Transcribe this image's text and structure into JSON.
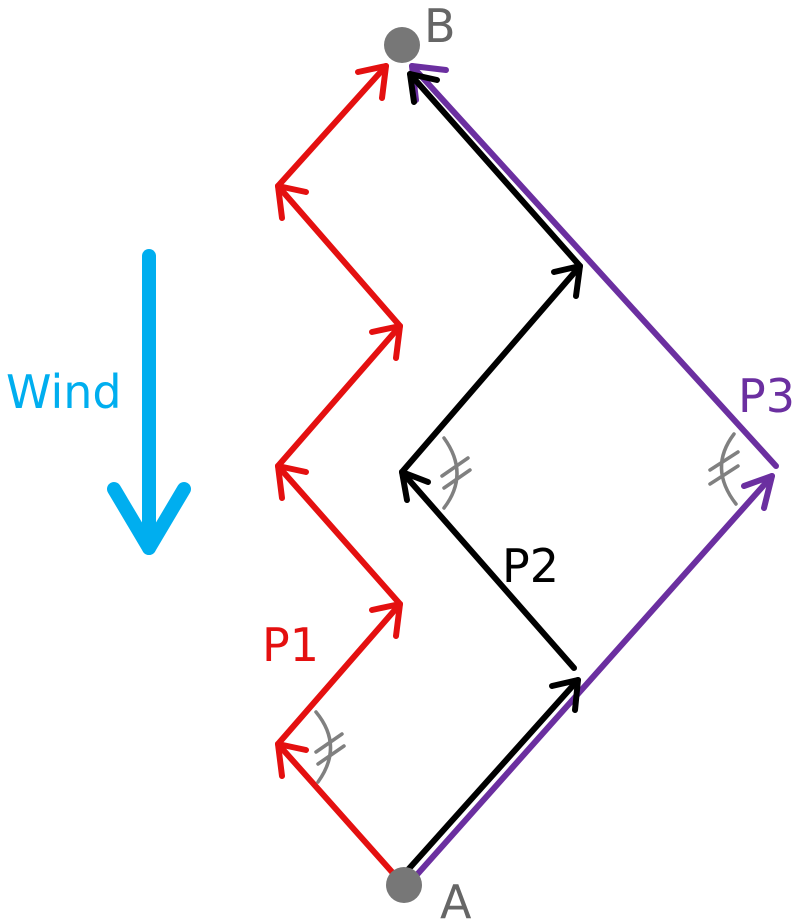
{
  "labels": {
    "point_b": "B",
    "point_a": "A",
    "wind": "Wind",
    "path_1": "P1",
    "path_2": "P2",
    "path_3": "P3"
  },
  "colors": {
    "p1": "#e41010",
    "p2": "#000000",
    "p3": "#6b2fa0",
    "wind": "#00aeef",
    "points": "#777777",
    "angle_marks": "#808080"
  },
  "icons": {
    "wind_arrow": "arrow-down-icon"
  }
}
